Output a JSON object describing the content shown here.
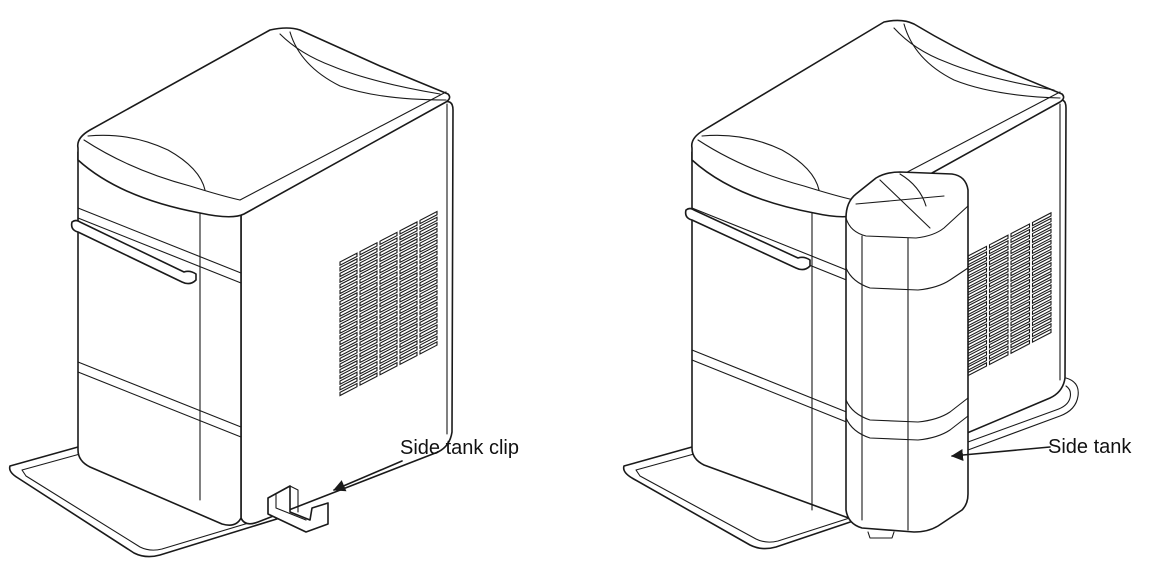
{
  "labels": {
    "clip": "Side tank clip",
    "tank": "Side tank"
  },
  "colors": {
    "line": "#1a1a1a",
    "background": "#ffffff"
  },
  "figures": [
    {
      "id": "unit-without-side-tank"
    },
    {
      "id": "unit-with-side-tank"
    }
  ]
}
